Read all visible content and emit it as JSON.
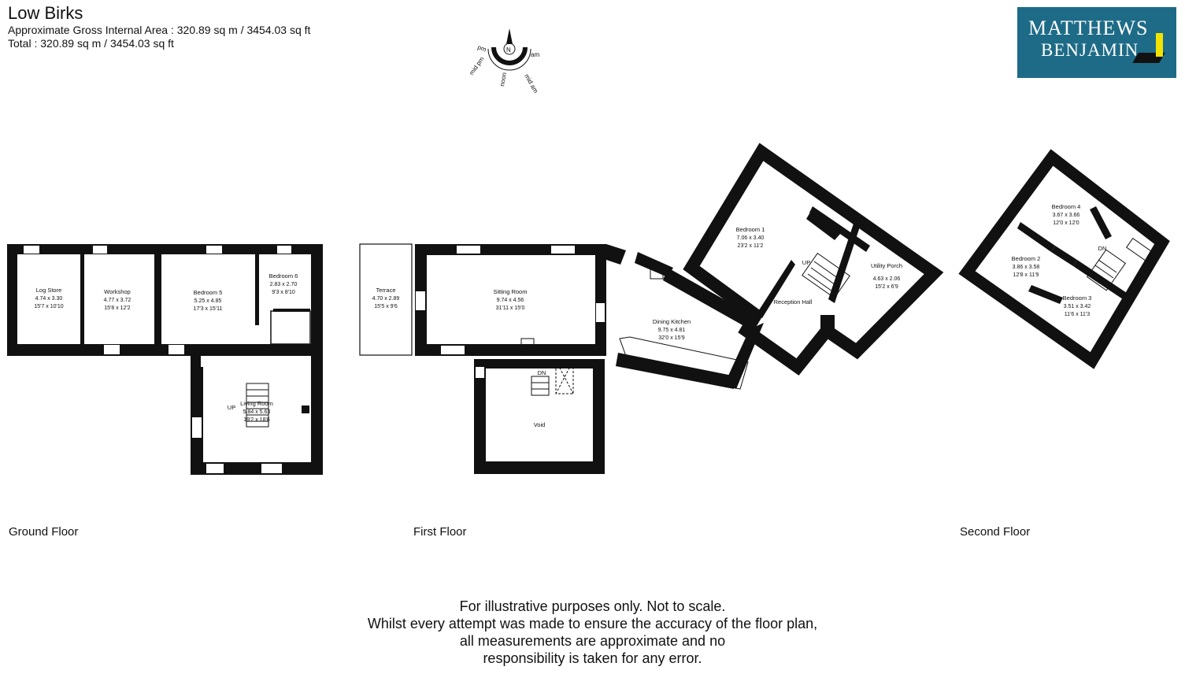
{
  "header": {
    "title": "Low Birks",
    "gross_area": "Approximate Gross Internal Area : 320.89 sq m / 3454.03 sq ft",
    "total": "Total : 320.89 sq m / 3454.03 sq ft"
  },
  "logo": {
    "line1": "MATTHEWS",
    "line2": "BENJAMIN"
  },
  "compass": {
    "north": "N",
    "labels": [
      "pm",
      "am",
      "mid pm",
      "noon",
      "mid am"
    ]
  },
  "floors": {
    "ground": {
      "label": "Ground Floor",
      "rooms": [
        {
          "name": "Log Store",
          "metric": "4.74 x 3.30",
          "imperial": "15'7 x 10'10"
        },
        {
          "name": "Workshop",
          "metric": "4.77 x 3.72",
          "imperial": "15'8 x 12'2"
        },
        {
          "name": "Bedroom 5",
          "metric": "5.25 x 4.85",
          "imperial": "17'3 x 15'11"
        },
        {
          "name": "Bedroom 6",
          "metric": "2.83 x 2.70",
          "imperial": "9'3 x 8'10"
        },
        {
          "name": "Living Room",
          "metric": "5.84 x 5.63",
          "imperial": "19'2 x 18'6"
        }
      ],
      "stair_label": "UP"
    },
    "first": {
      "label": "First Floor",
      "rooms": [
        {
          "name": "Terrace",
          "metric": "4.70 x 2.89",
          "imperial": "15'5 x 9'6"
        },
        {
          "name": "Sitting Room",
          "metric": "9.74 x 4.56",
          "imperial": "31'11 x 15'0"
        },
        {
          "name": "Dining Kitchen",
          "metric": "9.75 x 4.81",
          "imperial": "32'0 x 15'9"
        },
        {
          "name": "Bedroom 1",
          "metric": "7.06 x 3.40",
          "imperial": "23'2 x 11'2"
        },
        {
          "name": "Utility Porch",
          "metric": "4.63 x 2.06",
          "imperial": "15'2 x 6'9"
        },
        {
          "name": "Reception Hall",
          "metric": "",
          "imperial": ""
        },
        {
          "name": "Void",
          "metric": "",
          "imperial": ""
        }
      ],
      "stair_up": "UP",
      "stair_down": "DN"
    },
    "second": {
      "label": "Second Floor",
      "rooms": [
        {
          "name": "Bedroom 4",
          "metric": "3.67 x 3.66",
          "imperial": "12'0 x 12'0"
        },
        {
          "name": "Bedroom 2",
          "metric": "3.86 x 3.58",
          "imperial": "12'8 x 11'9"
        },
        {
          "name": "Bedroom 3",
          "metric": "3.51 x 3.42",
          "imperial": "11'6 x 11'3"
        }
      ],
      "stair_down": "DN"
    }
  },
  "disclaimer": [
    "For illustrative purposes only. Not to scale.",
    "Whilst every attempt was made to ensure the accuracy of the floor plan,",
    "all measurements are approximate and no",
    "responsibility is taken for any error."
  ],
  "colors": {
    "wall": "#111111",
    "brand": "#1d6b87",
    "brand_accent": "#f2e200"
  }
}
